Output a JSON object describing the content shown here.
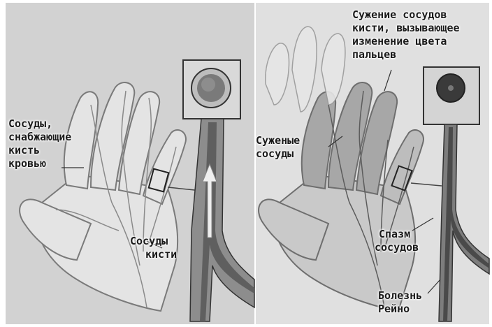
{
  "labels": {
    "left_vessels": [
      "Сосуды,",
      "снабжающие",
      "кисть",
      "кровью"
    ],
    "left_hand_vessels": [
      "Сосуды",
      "кисти"
    ],
    "narrowing_title": [
      "Сужение сосудов",
      "кисти, вызывающее",
      "изменение цвета",
      "пальцев"
    ],
    "narrowed_vessels": [
      "Суженые",
      "сосуды"
    ],
    "spasm": [
      "Спазм",
      "сосудов"
    ],
    "disease": [
      "Болезнь",
      "Рейно"
    ]
  },
  "colors": {
    "background": "#ffffff",
    "panel_bg": "#c9c9c9",
    "skin": "#d9d9d9",
    "outline": "#777777",
    "vessel_dark": "#5a5a5a",
    "vessel_mid": "#9a9a9a"
  }
}
